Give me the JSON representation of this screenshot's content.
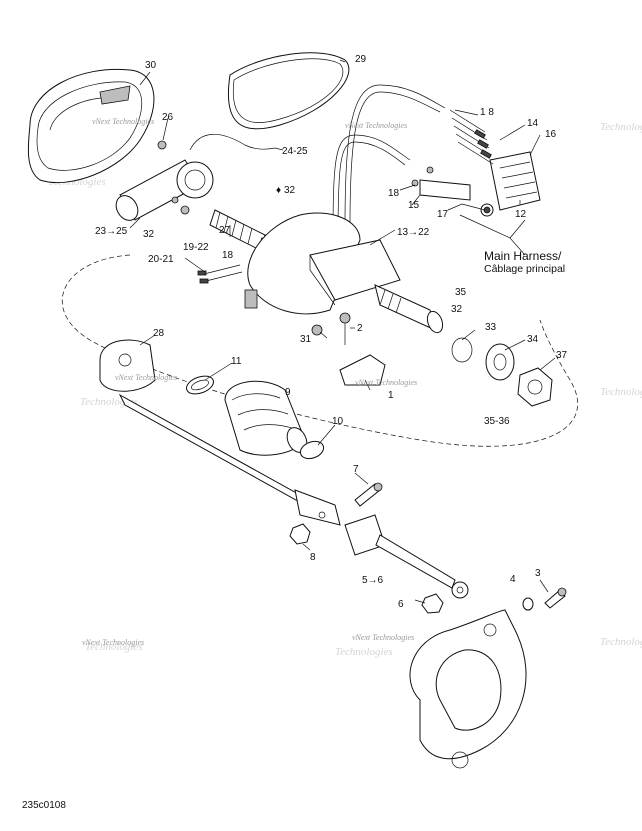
{
  "labels": {
    "l30": "30",
    "l29": "29",
    "l26": "26",
    "l18a": "1 8",
    "l14": "14",
    "l16": "16",
    "l24_25": "24-25",
    "l32a": "32",
    "l18b": "18",
    "l15": "15",
    "l17": "17",
    "l12": "12",
    "l23_25": "23→25",
    "l32b": "32",
    "l27": "27",
    "l13_22": "13→22",
    "l19_22": "19-22",
    "l20_21": "20-21",
    "l18c": "18",
    "l35": "35",
    "l32c": "32",
    "l33": "33",
    "l2": "2",
    "l31": "31",
    "l28": "28",
    "l34": "34",
    "l37": "37",
    "l1": "1",
    "l11": "11",
    "l9": "9",
    "l10": "10",
    "l35_36": "35-36",
    "l7": "7",
    "l8": "8",
    "l5_6": "5→6",
    "l4": "4",
    "l3": "3",
    "l6": "6"
  },
  "harness": {
    "line1": "Main Harness/",
    "line2": "Câblage principal"
  },
  "watermark": {
    "text": "vNext Technologies",
    "faint": "Technologies"
  },
  "footer": {
    "code": "235c0108"
  }
}
